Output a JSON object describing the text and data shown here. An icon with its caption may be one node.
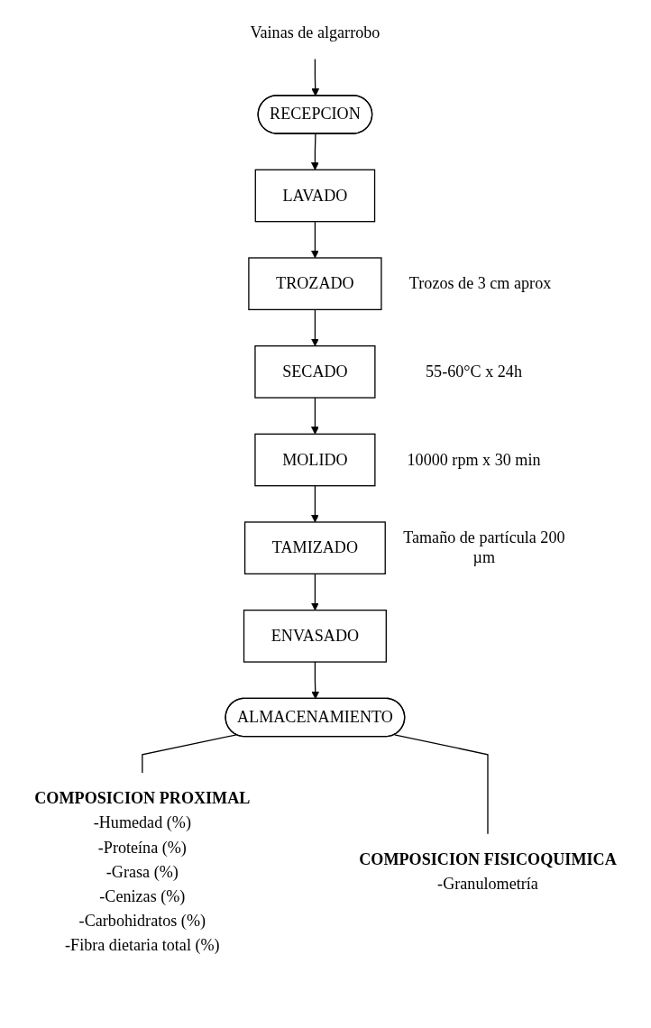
{
  "diagram": {
    "nodes": [
      {
        "text": [
          "Vainas de algarrobo"
        ]
      },
      {
        "text": [
          "RECEPCION"
        ]
      },
      {
        "text": [
          "LAVADO"
        ]
      },
      {
        "text": [
          "TROZADO"
        ],
        "beside": [
          "Trozos de 3 cm aprox"
        ]
      },
      {
        "text": [
          "SECADO"
        ],
        "beside": [
          "55-60°C x 24h"
        ]
      },
      {
        "text": [
          "MOLIDO"
        ],
        "beside": [
          "10000 rpm x 30 min"
        ]
      },
      {
        "text": [
          "TAMIZADO"
        ],
        "beside": [
          "Tamaño de partícula 200 µm"
        ]
      },
      {
        "text": [
          "ENVASADO"
        ]
      },
      {
        "text": [
          "ALMACENAMIENTO"
        ]
      },
      {
        "text": [
          "COMPOSICION PROXIMAL",
          "-Humedad (%)",
          "-Proteína (%)",
          "-Grasa (%)",
          "-Cenizas (%)",
          "-Carbohidratos (%)",
          "-Fibra dietaria total (%)"
        ]
      },
      {
        "text": [
          "COMPOSICION FISICOQUIMICA",
          "-Granulometría"
        ]
      }
    ],
    "edges": [
      {
        "from": 0,
        "to": 1,
        "arrow": "to"
      },
      {
        "from": 1,
        "to": 2,
        "arrow": "to"
      },
      {
        "from": 2,
        "to": 3,
        "arrow": "to"
      },
      {
        "from": 3,
        "to": 4,
        "arrow": "to"
      },
      {
        "from": 4,
        "to": 5,
        "arrow": "to"
      },
      {
        "from": 5,
        "to": 6,
        "arrow": "to"
      },
      {
        "from": 6,
        "to": 7,
        "arrow": "to"
      },
      {
        "from": 7,
        "to": 8,
        "arrow": "to"
      },
      {
        "from": 8,
        "to": 9,
        "arrow": "none"
      },
      {
        "from": 8,
        "to": 10,
        "arrow": "none"
      }
    ]
  }
}
